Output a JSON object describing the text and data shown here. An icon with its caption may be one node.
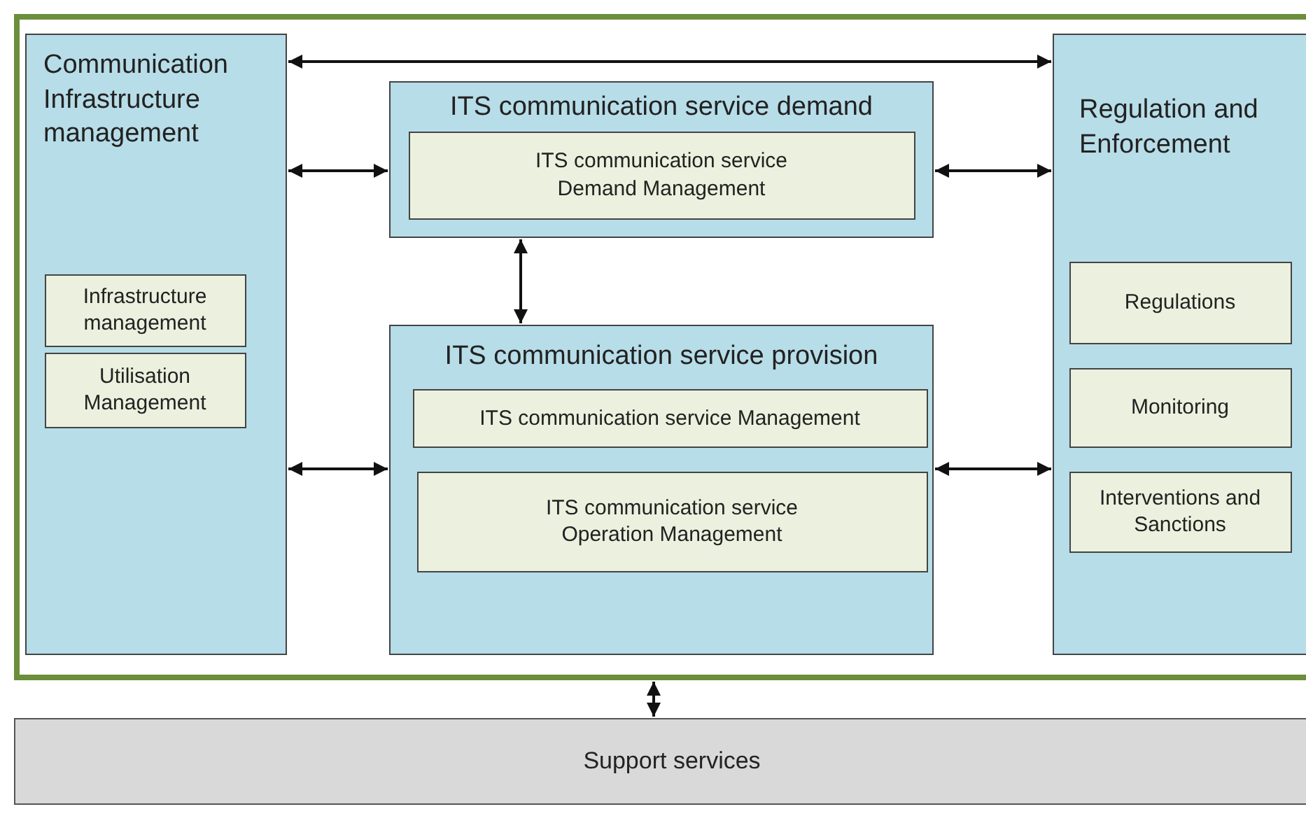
{
  "diagram": {
    "nodes": [
      {
        "text": [],
        "shape": "box"
      },
      {
        "text": [
          "Communication Infrastructure management"
        ],
        "in": 0
      },
      {
        "text": [
          "Infrastructure management"
        ],
        "in": 1
      },
      {
        "text": [
          "Utilisation Management"
        ],
        "in": 1
      },
      {
        "text": [
          "ITS communication service demand"
        ],
        "in": 0
      },
      {
        "text": [
          "ITS communication service Demand Management"
        ],
        "in": 4
      },
      {
        "text": [
          "ITS communication service provision"
        ],
        "in": 0
      },
      {
        "text": [
          "ITS communication service Management"
        ],
        "in": 6
      },
      {
        "text": [
          "ITS communication service Operation Management"
        ],
        "in": 6
      },
      {
        "text": [
          "Regulation and Enforcement"
        ],
        "in": 0
      },
      {
        "text": [
          "Regulations"
        ],
        "in": 9
      },
      {
        "text": [
          "Monitoring"
        ],
        "in": 9
      },
      {
        "text": [
          "Interventions and Sanctions"
        ],
        "in": 9
      },
      {
        "text": [
          "Support services"
        ]
      }
    ],
    "edges": [
      {
        "from": 1,
        "to": 9,
        "arrow": "both"
      },
      {
        "from": 1,
        "to": 4,
        "arrow": "both"
      },
      {
        "from": 4,
        "to": 9,
        "arrow": "both"
      },
      {
        "from": 4,
        "to": 6,
        "arrow": "both"
      },
      {
        "from": 1,
        "to": 6,
        "arrow": "both"
      },
      {
        "from": 6,
        "to": 9,
        "arrow": "both"
      },
      {
        "from": 0,
        "to": 13,
        "arrow": "both"
      }
    ]
  }
}
